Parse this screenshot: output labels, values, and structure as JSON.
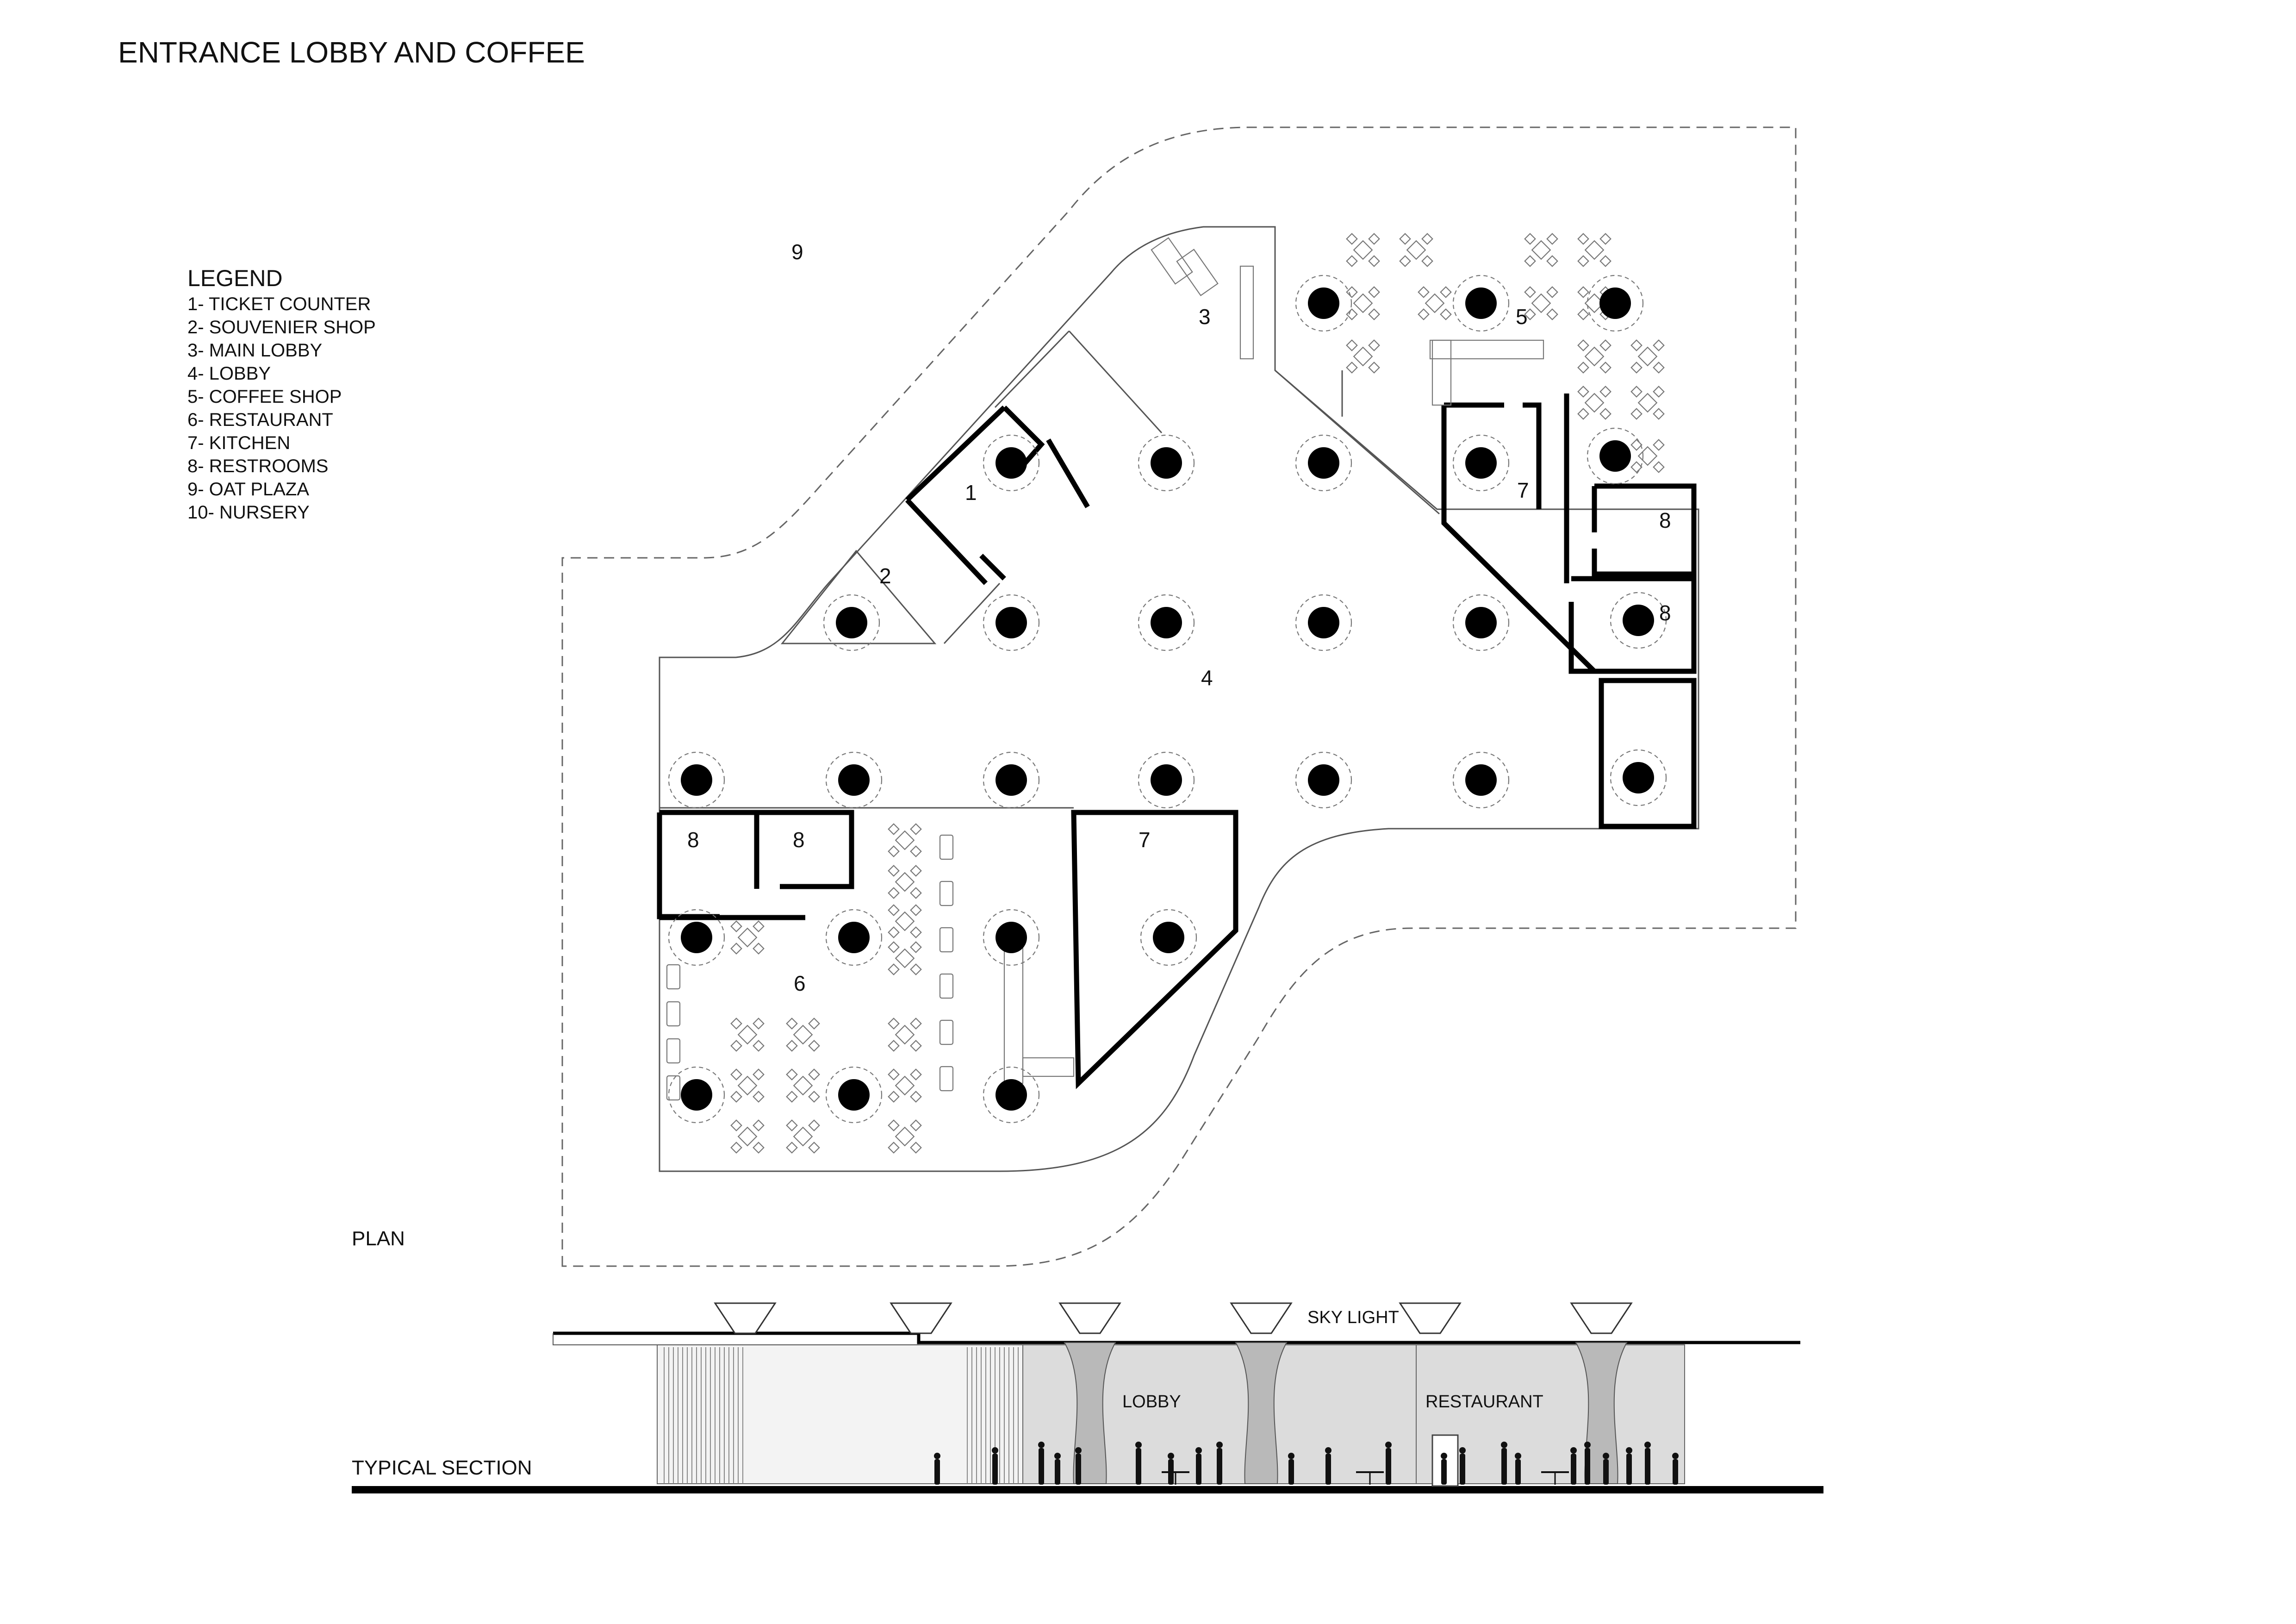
{
  "title": "ENTRANCE LOBBY AND COFFEE",
  "legend": {
    "heading": "LEGEND",
    "items": [
      "1- TICKET COUNTER",
      "2- SOUVENIER SHOP",
      "3- MAIN LOBBY",
      "4- LOBBY",
      "5- COFFEE SHOP",
      "6- RESTAURANT",
      "7- KITCHEN",
      "8- RESTROOMS",
      "9- OAT PLAZA",
      "10- NURSERY"
    ]
  },
  "plan": {
    "caption": "PLAN",
    "room_numbers": {
      "ticket_counter": "1",
      "souvenier_shop": "2",
      "main_lobby": "3",
      "lobby": "4",
      "coffee_shop": "5",
      "restaurant": "6",
      "kitchen_a": "7",
      "kitchen_b": "7",
      "restroom_a": "8",
      "restroom_b": "8",
      "restroom_c": "8",
      "restroom_d": "8",
      "plaza": "9"
    }
  },
  "section": {
    "caption": "TYPICAL SECTION",
    "skylight_label": "SKY LIGHT",
    "lobby_label": "LOBBY",
    "restaurant_label": "RESTAURANT"
  }
}
